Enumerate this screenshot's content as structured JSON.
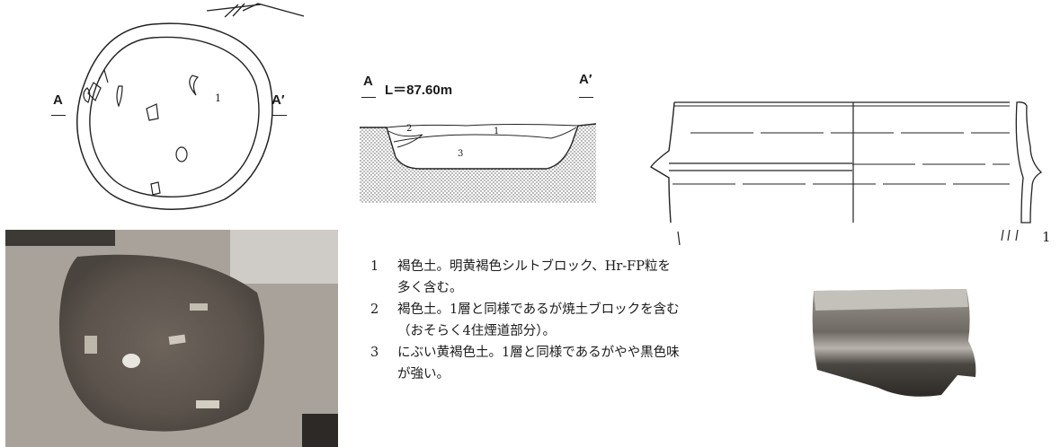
{
  "figure": {
    "plan": {
      "point_a": "A",
      "point_a_prime": "A′",
      "feature_number": "1"
    },
    "section": {
      "point_a": "A",
      "point_a_prime": "A′",
      "elevation": "L＝87.60m",
      "layer_marks": [
        "2",
        "1",
        "3"
      ]
    },
    "vessel_drawing": {
      "number": "1"
    },
    "layer_descriptions": [
      {
        "num": "1",
        "lines": [
          "褐色土。明黄褐色シルトブロック、Hr-FP粒を",
          "多く含む。"
        ]
      },
      {
        "num": "2",
        "lines": [
          "褐色土。1層と同様であるが焼土ブロックを含む",
          "（おそらく4住煙道部分）。"
        ]
      },
      {
        "num": "3",
        "lines": [
          "にぶい黄褐色土。1層と同様であるがやや黒色味",
          "が強い。"
        ]
      }
    ]
  }
}
